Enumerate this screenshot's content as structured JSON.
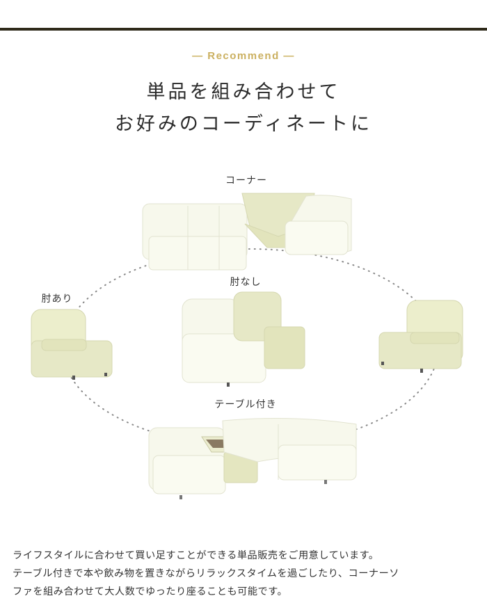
{
  "section": {
    "eyebrow": "— Recommend —",
    "title_line1": "単品を組み合わせて",
    "title_line2": "お好みのコーディネートに"
  },
  "labels": {
    "corner": "コーナー",
    "no_arm": "肘なし",
    "with_arm": "肘あり",
    "with_table": "テーブル付き"
  },
  "description": {
    "line1": "ライフスタイルに合わせて買い足すことができる単品販売をご用意しています。",
    "line2": "テーブル付きで本や飲み物を置きながらリラックスタイムを過ごしたり、コーナーソ",
    "line3": "ファを組み合わせて大人数でゆったり座ることも可能です。"
  },
  "colors": {
    "accent": "#cbb060",
    "rule": "#2f2a1a",
    "highlight_sofa": "#e6e8c4",
    "faded_sofa": "#f6f7e8"
  }
}
